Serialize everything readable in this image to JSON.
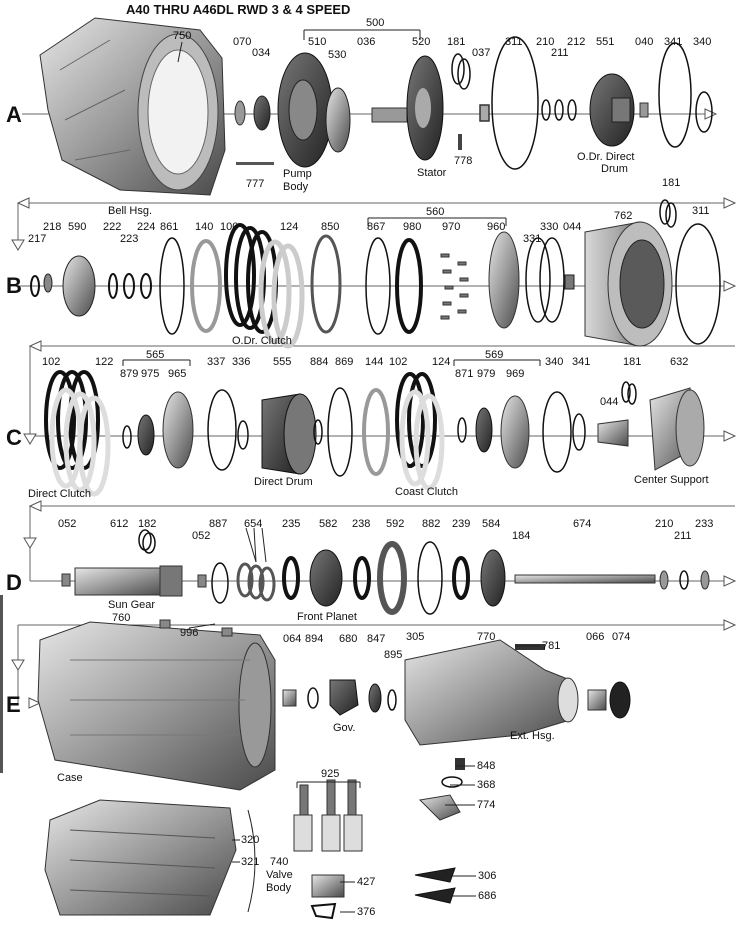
{
  "title": "A40 THRU A46DL RWD 3 & 4 SPEED",
  "rows": [
    "A",
    "B",
    "C",
    "D",
    "E"
  ],
  "parts": {
    "p750": "750",
    "p070": "070",
    "p034": "034",
    "p500": "500",
    "p510": "510",
    "p530": "530",
    "p036": "036",
    "p520": "520",
    "p181a": "181",
    "p037": "037",
    "p311a": "311",
    "p210a": "210",
    "p211a": "211",
    "p212": "212",
    "p551": "551",
    "p040": "040",
    "p341a": "341",
    "p340a": "340",
    "p777": "777",
    "p778": "778",
    "p217": "217",
    "p218": "218",
    "p590": "590",
    "p222": "222",
    "p223": "223",
    "p224": "224",
    "p861": "861",
    "p140": "140",
    "p100": "100",
    "p124a": "124",
    "p850": "850",
    "p560": "560",
    "p867": "867",
    "p980": "980",
    "p970": "970",
    "p960": "960",
    "p331": "331",
    "p330": "330",
    "p044a": "044",
    "p762": "762",
    "p181b": "181",
    "p311b": "311",
    "p102a": "102",
    "p122": "122",
    "p565": "565",
    "p879": "879",
    "p975": "975",
    "p965": "965",
    "p337": "337",
    "p336": "336",
    "p555": "555",
    "p884": "884",
    "p869": "869",
    "p144": "144",
    "p102b": "102",
    "p124b": "124",
    "p569": "569",
    "p871": "871",
    "p979": "979",
    "p969": "969",
    "p340b": "340",
    "p341b": "341",
    "p181c": "181",
    "p044b": "044",
    "p632": "632",
    "p052a": "052",
    "p612": "612",
    "p182": "182",
    "p052b": "052",
    "p887": "887",
    "p654": "654",
    "p235": "235",
    "p582": "582",
    "p238": "238",
    "p592": "592",
    "p882": "882",
    "p239": "239",
    "p584": "584",
    "p184": "184",
    "p674": "674",
    "p210b": "210",
    "p211b": "211",
    "p233": "233",
    "p996": "996",
    "p760": "760",
    "p064": "064",
    "p894": "894",
    "p680": "680",
    "p847": "847",
    "p895": "895",
    "p305": "305",
    "p770": "770",
    "p781": "781",
    "p066": "066",
    "p074": "074",
    "p848": "848",
    "p368": "368",
    "p774": "774",
    "p925": "925",
    "p320": "320",
    "p321": "321",
    "p740": "740",
    "p427": "427",
    "p306": "306",
    "p686": "686",
    "p376": "376"
  },
  "captions": {
    "pump_body_1": "Pump",
    "pump_body_2": "Body",
    "stator": "Stator",
    "odr_drum_1": "O.Dr. Direct",
    "odr_drum_2": "Drum",
    "bell_hsg": "Bell Hsg.",
    "odr_clutch": "O.Dr. Clutch",
    "direct_clutch": "Direct Clutch",
    "direct_drum": "Direct Drum",
    "coast_clutch": "Coast Clutch",
    "center_support": "Center Support",
    "sun_gear": "Sun Gear",
    "front_planet": "Front Planet",
    "gov": "Gov.",
    "ext_hsg": "Ext. Hsg.",
    "case": "Case",
    "valve_body_1": "Valve",
    "valve_body_2": "Body"
  },
  "colors": {
    "line": "#333333",
    "part_dark": "#3a3a3a",
    "part_mid": "#8a8a8a",
    "part_light": "#cfcfcf",
    "clutch_white": "#e8e8e8"
  }
}
